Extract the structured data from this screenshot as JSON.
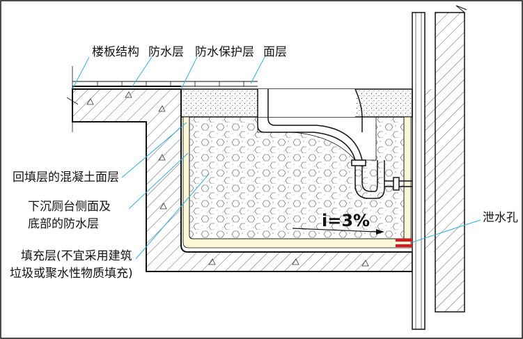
{
  "labels": {
    "floor_layers": [
      "楼板结构",
      "防水层",
      "防水保护层",
      "面层"
    ],
    "backfill_concrete_face": "回填层的混凝土面层",
    "waterproof_line1": "下沉厕台侧面及",
    "waterproof_line2": "底部的防水层",
    "fill_line1": "填充层(不宜采用建筑",
    "fill_line2": "垃圾或聚水性物质填充)",
    "drain_hole": "泄水孔",
    "slope": "i=3%"
  },
  "colors": {
    "line": "#111111",
    "hatch": "#333333",
    "leader": "#2ab0e6",
    "waterproof_fill": "#fbf7d6",
    "drain_mark": "#e0141e"
  }
}
